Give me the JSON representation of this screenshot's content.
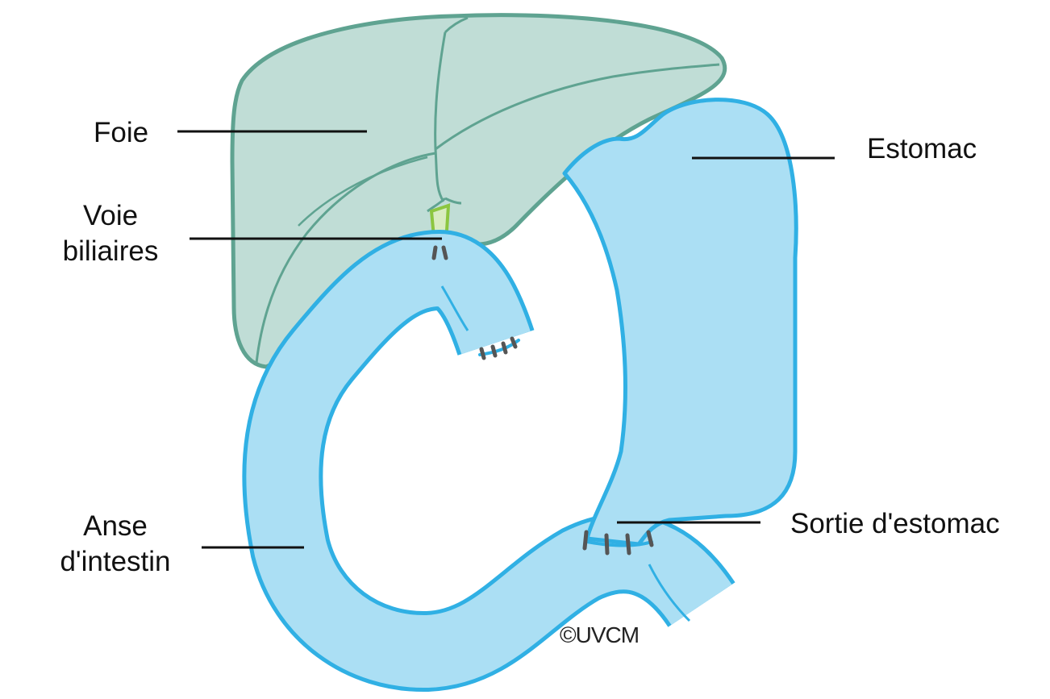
{
  "labels": {
    "liver": "Foie",
    "stomach": "Estomac",
    "bile_ducts_line1": "Voie",
    "bile_ducts_line2": "biliaires",
    "intestine_loop_line1": "Anse",
    "intestine_loop_line2": "d'intestin",
    "stomach_outlet": "Sortie d'estomac"
  },
  "copyright": "©UVCM",
  "colors": {
    "liver_fill": "#c0ddd6",
    "liver_stroke": "#5fa391",
    "gut_fill": "#abdff4",
    "gut_stroke": "#30b0e4",
    "bile_duct": "#8cc63f",
    "suture": "#555555"
  }
}
